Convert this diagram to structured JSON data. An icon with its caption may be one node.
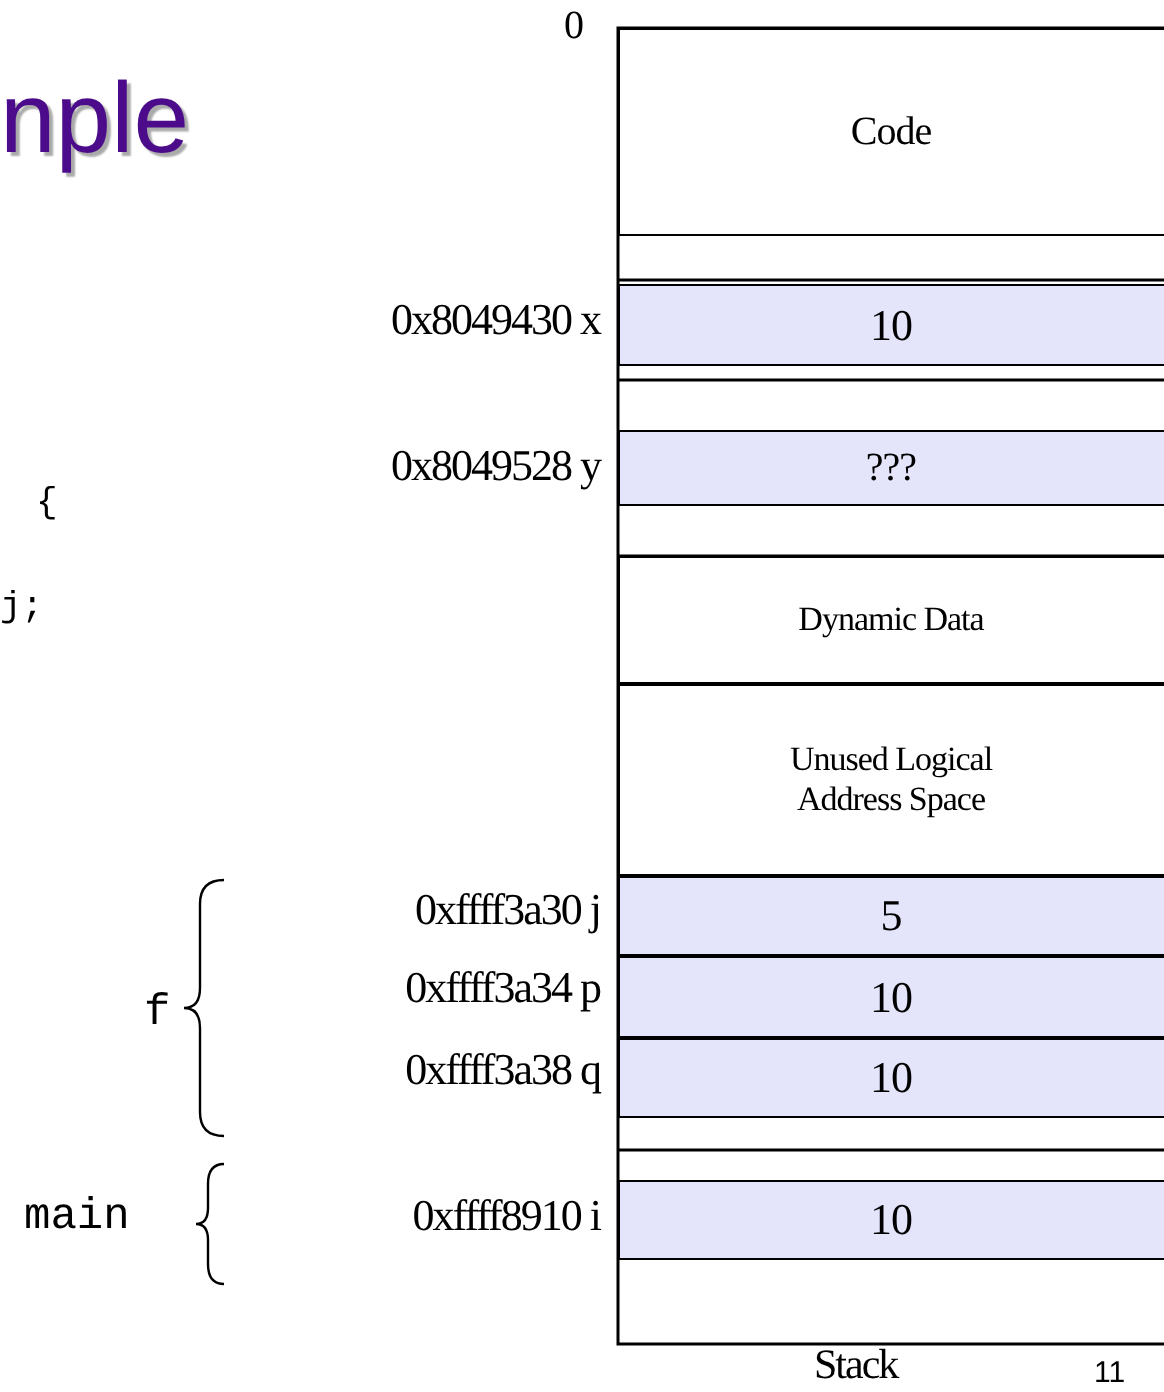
{
  "diagram": {
    "title": "nple",
    "nodes": [
      {
        "text": [
          "Code"
        ]
      },
      {
        "text": [
          "10"
        ]
      },
      {
        "text": [
          "???"
        ]
      },
      {
        "text": [
          "Dynamic Data"
        ]
      },
      {
        "text": [
          "Unused Logical Address Space"
        ]
      },
      {
        "text": [
          "5"
        ]
      },
      {
        "text": [
          "10"
        ]
      },
      {
        "text": [
          "10"
        ]
      },
      {
        "text": [
          "10"
        ]
      }
    ],
    "edges": [],
    "labels": [
      "0",
      "0x8049430 x",
      "0x8049528 y",
      "{",
      "j;",
      "0xffff3a30 j",
      "f",
      "0xffff3a34 p",
      "0xffff3a38 q",
      "main",
      "0xffff8910 i",
      "Stack",
      "11"
    ]
  }
}
